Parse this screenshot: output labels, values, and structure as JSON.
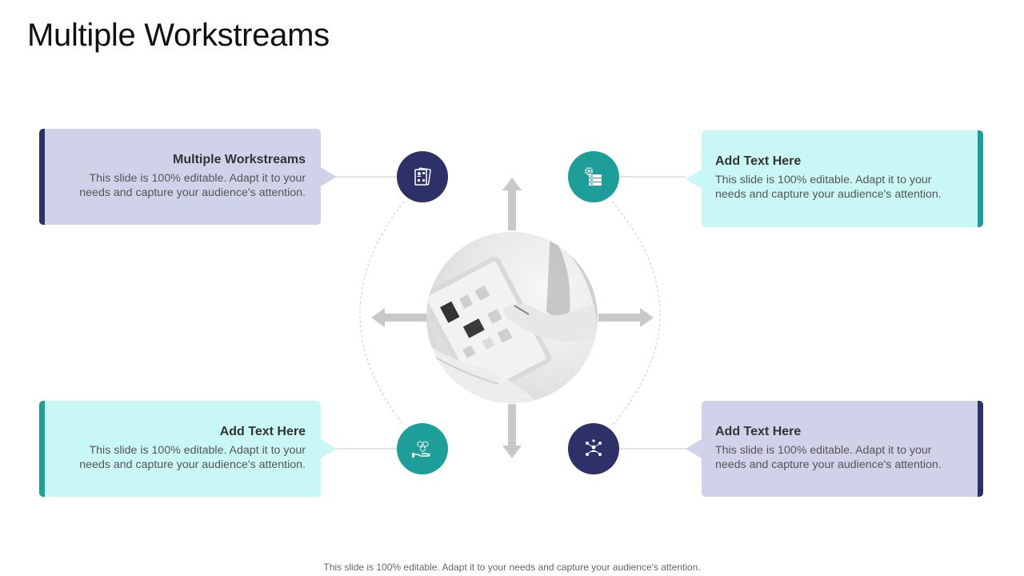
{
  "title": "Multiple Workstreams",
  "footer": "This slide is 100% editable. Adapt it to your needs and capture your audience's attention.",
  "colors": {
    "navy": "#2e3168",
    "teal": "#1e9e98",
    "lavender": "#d0d2ea",
    "aqua": "#c8f7f6",
    "arrow": "#c8c8c8"
  },
  "cards": [
    {
      "title": "Multiple Workstreams",
      "body": "This slide is 100% editable. Adapt it to your needs and capture your audience's attention.",
      "icon": "team-document-icon"
    },
    {
      "title": "Add Text Here",
      "body": "This slide is 100% editable. Adapt it to your needs and capture your audience's attention.",
      "icon": "gear-server-icon"
    },
    {
      "title": "Add Text Here",
      "body": "This slide is 100% editable. Adapt it to your needs and capture your audience's attention.",
      "icon": "hand-gears-icon"
    },
    {
      "title": "Add Text Here",
      "body": "This slide is 100% editable. Adapt it to your needs and capture your audience's attention.",
      "icon": "network-people-icon"
    }
  ],
  "center_image": "tablet-photo"
}
